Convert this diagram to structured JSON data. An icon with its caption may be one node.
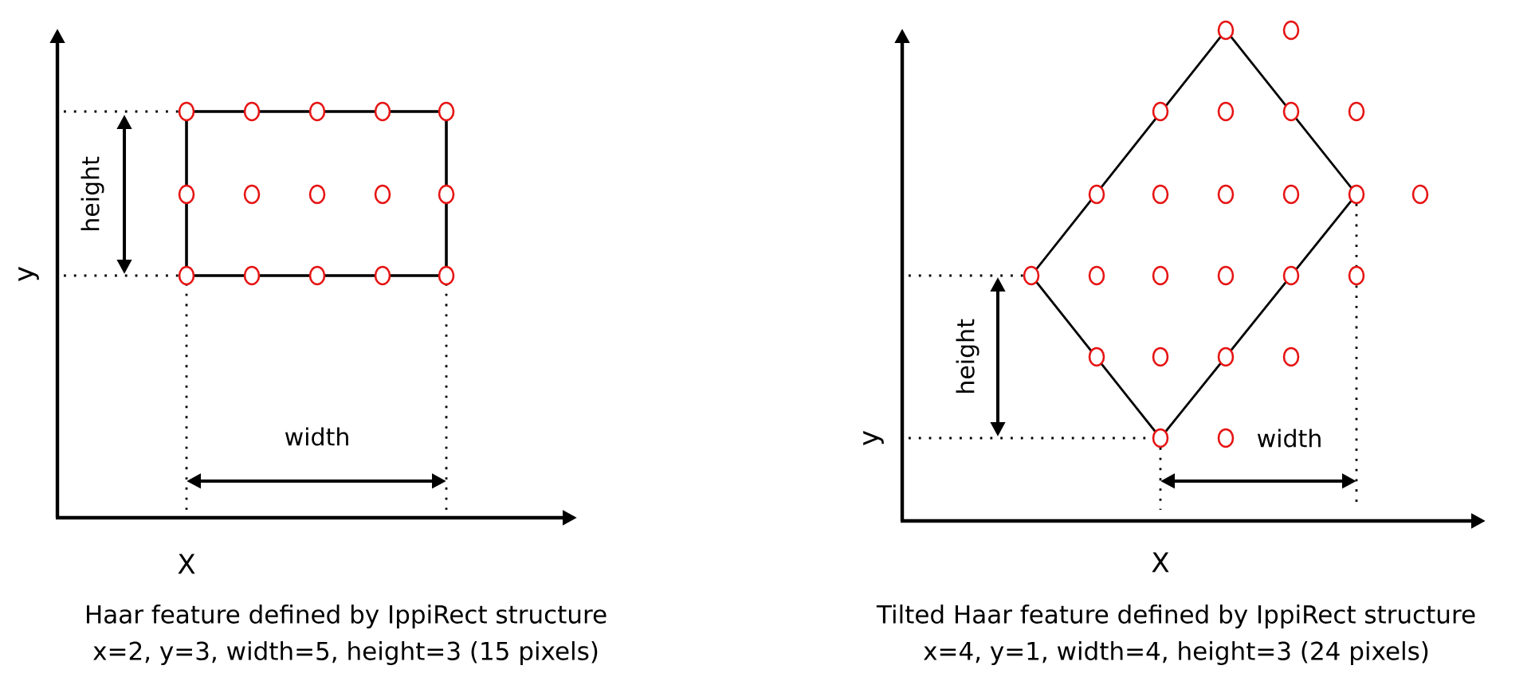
{
  "diagram": {
    "labels": [
      "height",
      "y",
      "width",
      "X",
      "Haar feature defined by IppiRect structure",
      "x=2, y=3, width=5, height=3 (15 pixels)",
      "height",
      "y",
      "width",
      "X",
      "Tilted Haar feature defined by IppiRect structure",
      "x=4, y=1, width=4, height=3 (24 pixels)"
    ]
  }
}
